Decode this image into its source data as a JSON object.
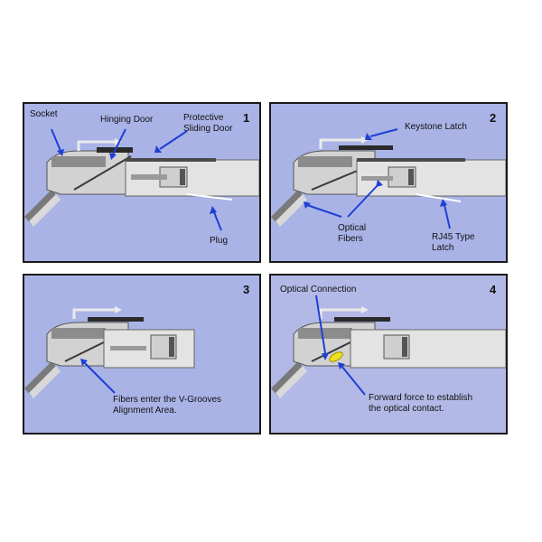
{
  "panels": [
    {
      "number": "1",
      "labels": {
        "socket": "Socket",
        "hinging_door": "Hinging Door",
        "protective_line1": "Protective",
        "protective_line2": "Sliding Door",
        "plug": "Plug"
      }
    },
    {
      "number": "2",
      "labels": {
        "keystone": "Keystone Latch",
        "optical_line1": "Optical",
        "optical_line2": "Fibers",
        "rj45_line1": "RJ45 Type",
        "rj45_line2": "Latch"
      }
    },
    {
      "number": "3",
      "labels": {
        "fibers_line1": "Fibers enter the V-Grooves",
        "fibers_line2": "Alignment Area."
      }
    },
    {
      "number": "4",
      "labels": {
        "optical_connection": "Optical Connection",
        "forward_line1": "Forward force to establish",
        "forward_line2": "the optical contact."
      }
    }
  ],
  "colors": {
    "panel_bg": "#a9b3e6",
    "arrow": "#1f3fd6",
    "housing_light": "#e2e2e2",
    "housing_dark": "#6e6e6e",
    "contact": "#f0e020"
  }
}
